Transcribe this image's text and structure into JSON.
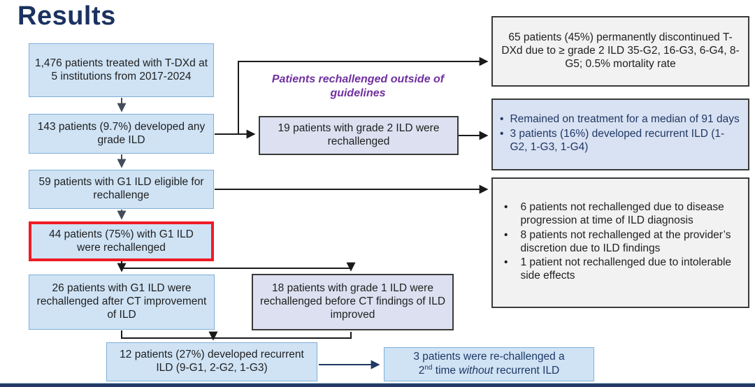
{
  "slide": {
    "title": "Results"
  },
  "labels": {
    "outside_guidelines": "Patients rechallenged outside of guidelines"
  },
  "glyphs": {
    "bullet": "•"
  },
  "colors": {
    "light_blue_fill": "#cfe3f5",
    "light_blue_border": "#7fafd6",
    "lavender_fill": "#dce0f0",
    "gray_fill": "#f2f2f2",
    "dark_border": "#3a3a3a",
    "red_highlight": "#ee1c25",
    "navy_text": "#1f3864",
    "purple_text": "#7030a0",
    "title_navy": "#1b3261"
  },
  "boxes": {
    "treated": {
      "text": "1,476 patients treated with T-DXd at 5 institutions from 2017-2024"
    },
    "any_ild": {
      "text": "143 patients (9.7%) developed any grade ILD"
    },
    "eligible": {
      "text": "59 patients with G1 ILD eligible for rechallenge"
    },
    "rechallenged44": {
      "text": "44 patients (75%) with G1 ILD were rechallenged"
    },
    "after_ct": {
      "text": "26 patients with G1 ILD were rechallenged after CT improvement of ILD"
    },
    "before_ct": {
      "text": "18 patients with grade 1 ILD were rechallenged before CT findings of ILD improved"
    },
    "recurrent12": {
      "text": "12 patients (27%) developed recurrent ILD (9-G1, 2-G2, 1-G3)"
    },
    "rechallenged_2nd": {
      "line1": "3 patients were re-challenged a",
      "line2_num": "2",
      "line2_sup": "nd",
      "line2_mid": " time ",
      "line2_italic": "without",
      "line2_end": " recurrent ILD"
    },
    "discontinued": {
      "text": "65 patients (45%) permanently discontinued T-DXd due to ≥ grade 2 ILD 35-G2, 16-G3, 6-G4, 8-G5; 0.5% mortality rate"
    },
    "grade2_rechallenged": {
      "text": "19 patients with grade 2 ILD were rechallenged"
    },
    "grade2_outcomes": {
      "items": [
        "Remained on treatment for a median of 91 days",
        "3 patients (16%) developed recurrent ILD (1-G2, 1-G3, 1-G4)"
      ]
    },
    "not_rechallenged_reasons": {
      "items": [
        "6 patients not rechallenged due to disease progression at time of ILD diagnosis",
        "8 patients not rechallenged at the provider’s discretion due to ILD findings",
        "1 patient not rechallenged due to intolerable side effects"
      ]
    }
  }
}
